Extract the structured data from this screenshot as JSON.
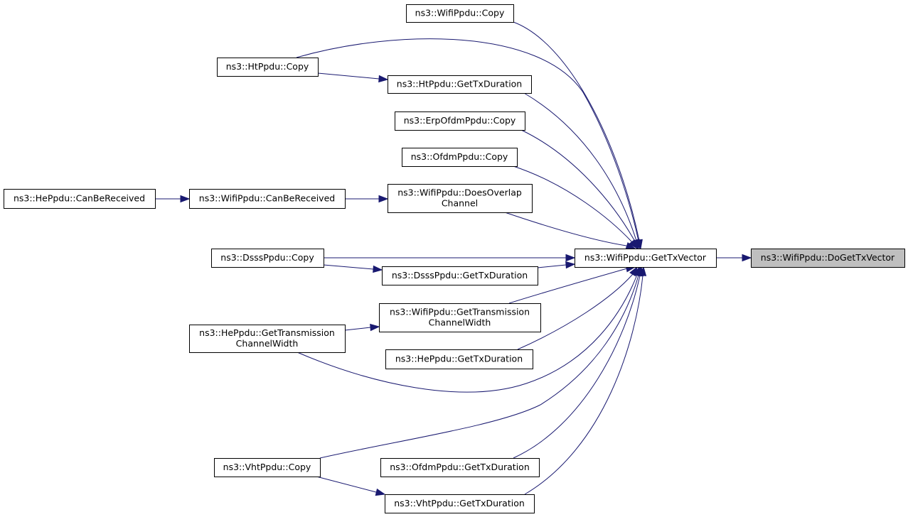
{
  "graph": {
    "type": "caller-graph",
    "edge_color": "#191970",
    "root_fill": "#bfbfbf",
    "nodes": [
      {
        "id": "root",
        "lines": [
          "ns3::WifiPpdu::DoGetTxVector"
        ],
        "root": true
      },
      {
        "id": "gettxvector",
        "lines": [
          "ns3::WifiPpdu::GetTxVector"
        ]
      },
      {
        "id": "wifippdu_copy",
        "lines": [
          "ns3::WifiPpdu::Copy"
        ]
      },
      {
        "id": "htppdu_copy",
        "lines": [
          "ns3::HtPpdu::Copy"
        ]
      },
      {
        "id": "htppdu_gettxduration",
        "lines": [
          "ns3::HtPpdu::GetTxDuration"
        ]
      },
      {
        "id": "erpofdm_copy",
        "lines": [
          "ns3::ErpOfdmPpdu::Copy"
        ]
      },
      {
        "id": "ofdm_copy",
        "lines": [
          "ns3::OfdmPpdu::Copy"
        ]
      },
      {
        "id": "heppdu_canbereceived",
        "lines": [
          "ns3::HePpdu::CanBeReceived"
        ]
      },
      {
        "id": "wifippdu_canbereceived",
        "lines": [
          "ns3::WifiPpdu::CanBeReceived"
        ]
      },
      {
        "id": "doesoverlap",
        "lines": [
          "ns3::WifiPpdu::DoesOverlap",
          "Channel"
        ]
      },
      {
        "id": "dsss_copy",
        "lines": [
          "ns3::DsssPpdu::Copy"
        ]
      },
      {
        "id": "dsss_gettxduration",
        "lines": [
          "ns3::DsssPpdu::GetTxDuration"
        ]
      },
      {
        "id": "wifi_gettransmission",
        "lines": [
          "ns3::WifiPpdu::GetTransmission",
          "ChannelWidth"
        ]
      },
      {
        "id": "he_gettransmission",
        "lines": [
          "ns3::HePpdu::GetTransmission",
          "ChannelWidth"
        ]
      },
      {
        "id": "he_gettxduration",
        "lines": [
          "ns3::HePpdu::GetTxDuration"
        ]
      },
      {
        "id": "vht_copy",
        "lines": [
          "ns3::VhtPpdu::Copy"
        ]
      },
      {
        "id": "ofdm_gettxduration",
        "lines": [
          "ns3::OfdmPpdu::GetTxDuration"
        ]
      },
      {
        "id": "vht_gettxduration",
        "lines": [
          "ns3::VhtPpdu::GetTxDuration"
        ]
      }
    ],
    "edges": [
      {
        "from": "gettxvector",
        "to": "root"
      },
      {
        "from": "wifippdu_copy",
        "to": "gettxvector"
      },
      {
        "from": "htppdu_copy",
        "to": "gettxvector"
      },
      {
        "from": "htppdu_copy",
        "to": "htppdu_gettxduration"
      },
      {
        "from": "htppdu_gettxduration",
        "to": "gettxvector"
      },
      {
        "from": "erpofdm_copy",
        "to": "gettxvector"
      },
      {
        "from": "ofdm_copy",
        "to": "gettxvector"
      },
      {
        "from": "heppdu_canbereceived",
        "to": "wifippdu_canbereceived"
      },
      {
        "from": "wifippdu_canbereceived",
        "to": "doesoverlap"
      },
      {
        "from": "doesoverlap",
        "to": "gettxvector"
      },
      {
        "from": "dsss_copy",
        "to": "gettxvector"
      },
      {
        "from": "dsss_copy",
        "to": "dsss_gettxduration"
      },
      {
        "from": "dsss_gettxduration",
        "to": "gettxvector"
      },
      {
        "from": "wifi_gettransmission",
        "to": "gettxvector"
      },
      {
        "from": "he_gettransmission",
        "to": "wifi_gettransmission"
      },
      {
        "from": "he_gettransmission",
        "to": "gettxvector"
      },
      {
        "from": "he_gettxduration",
        "to": "gettxvector"
      },
      {
        "from": "vht_copy",
        "to": "gettxvector"
      },
      {
        "from": "vht_copy",
        "to": "vht_gettxduration"
      },
      {
        "from": "ofdm_gettxduration",
        "to": "gettxvector"
      },
      {
        "from": "vht_gettxduration",
        "to": "gettxvector"
      }
    ]
  }
}
